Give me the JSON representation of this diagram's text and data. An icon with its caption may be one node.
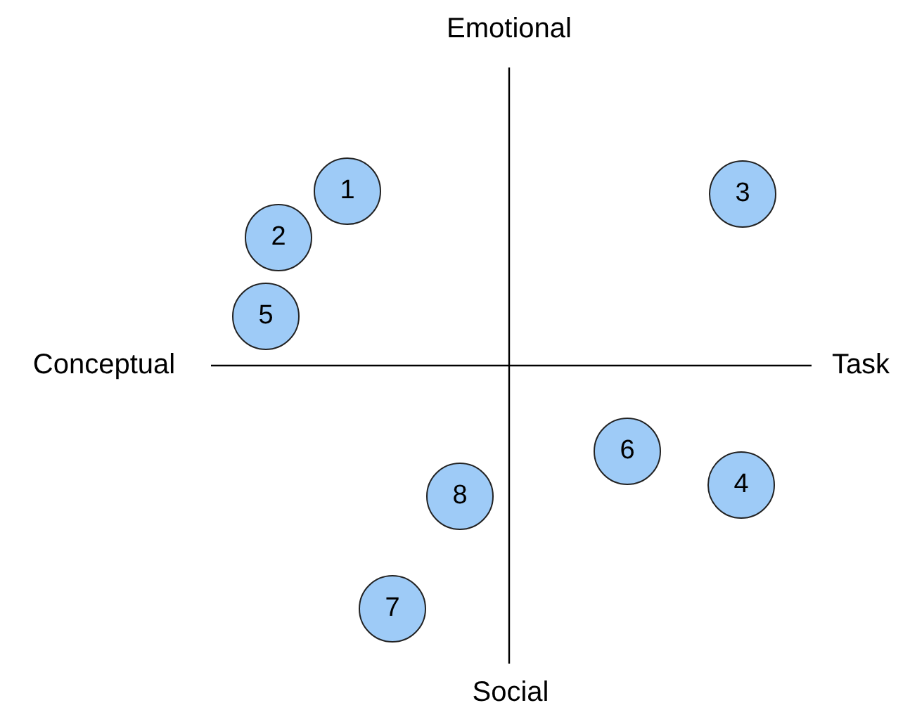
{
  "diagram": {
    "nodes": [
      {
        "text": [
          "1"
        ]
      },
      {
        "text": [
          "3"
        ]
      },
      {
        "text": [
          "2"
        ]
      },
      {
        "text": [
          "5"
        ]
      },
      {
        "text": [
          "6"
        ]
      },
      {
        "text": [
          "4"
        ]
      },
      {
        "text": [
          "8"
        ]
      },
      {
        "text": [
          "7"
        ]
      }
    ],
    "labels": [
      "Emotional",
      "Conceptual",
      "Task",
      "Social"
    ]
  }
}
